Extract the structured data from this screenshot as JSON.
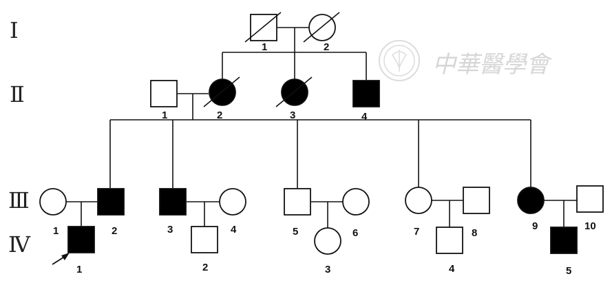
{
  "generation_labels": [
    "Ⅰ",
    "Ⅱ",
    "Ⅲ",
    "Ⅳ"
  ],
  "watermark": {
    "text": "中華醫學會"
  },
  "colors": {
    "line": "#111111",
    "affected": "#000000",
    "unaffected": "#ffffff"
  },
  "individuals": {
    "I-1": {
      "label": "1",
      "sex": "male",
      "affected": false,
      "deceased": true
    },
    "I-2": {
      "label": "2",
      "sex": "female",
      "affected": false,
      "deceased": true
    },
    "II-1": {
      "label": "1",
      "sex": "male",
      "affected": false,
      "deceased": false
    },
    "II-2": {
      "label": "2",
      "sex": "female",
      "affected": true,
      "deceased": true
    },
    "II-3": {
      "label": "3",
      "sex": "female",
      "affected": true,
      "deceased": true
    },
    "II-4": {
      "label": "4",
      "sex": "male",
      "affected": true,
      "deceased": false
    },
    "III-1": {
      "label": "1",
      "sex": "female",
      "affected": false,
      "deceased": false
    },
    "III-2": {
      "label": "2",
      "sex": "male",
      "affected": true,
      "deceased": false
    },
    "III-3": {
      "label": "3",
      "sex": "male",
      "affected": true,
      "deceased": false
    },
    "III-4": {
      "label": "4",
      "sex": "female",
      "affected": false,
      "deceased": false
    },
    "III-5": {
      "label": "5",
      "sex": "male",
      "affected": false,
      "deceased": false
    },
    "III-6": {
      "label": "6",
      "sex": "female",
      "affected": false,
      "deceased": false
    },
    "III-7": {
      "label": "7",
      "sex": "female",
      "affected": false,
      "deceased": false
    },
    "III-8": {
      "label": "8",
      "sex": "male",
      "affected": false,
      "deceased": false
    },
    "III-9": {
      "label": "9",
      "sex": "female",
      "affected": true,
      "deceased": false
    },
    "III-10": {
      "label": "10",
      "sex": "male",
      "affected": false,
      "deceased": false
    },
    "IV-1": {
      "label": "1",
      "sex": "male",
      "affected": true,
      "deceased": false,
      "proband": true
    },
    "IV-2": {
      "label": "2",
      "sex": "male",
      "affected": false,
      "deceased": false
    },
    "IV-3": {
      "label": "3",
      "sex": "female",
      "affected": false,
      "deceased": false
    },
    "IV-4": {
      "label": "4",
      "sex": "male",
      "affected": false,
      "deceased": false
    },
    "IV-5": {
      "label": "5",
      "sex": "male",
      "affected": true,
      "deceased": false
    }
  }
}
